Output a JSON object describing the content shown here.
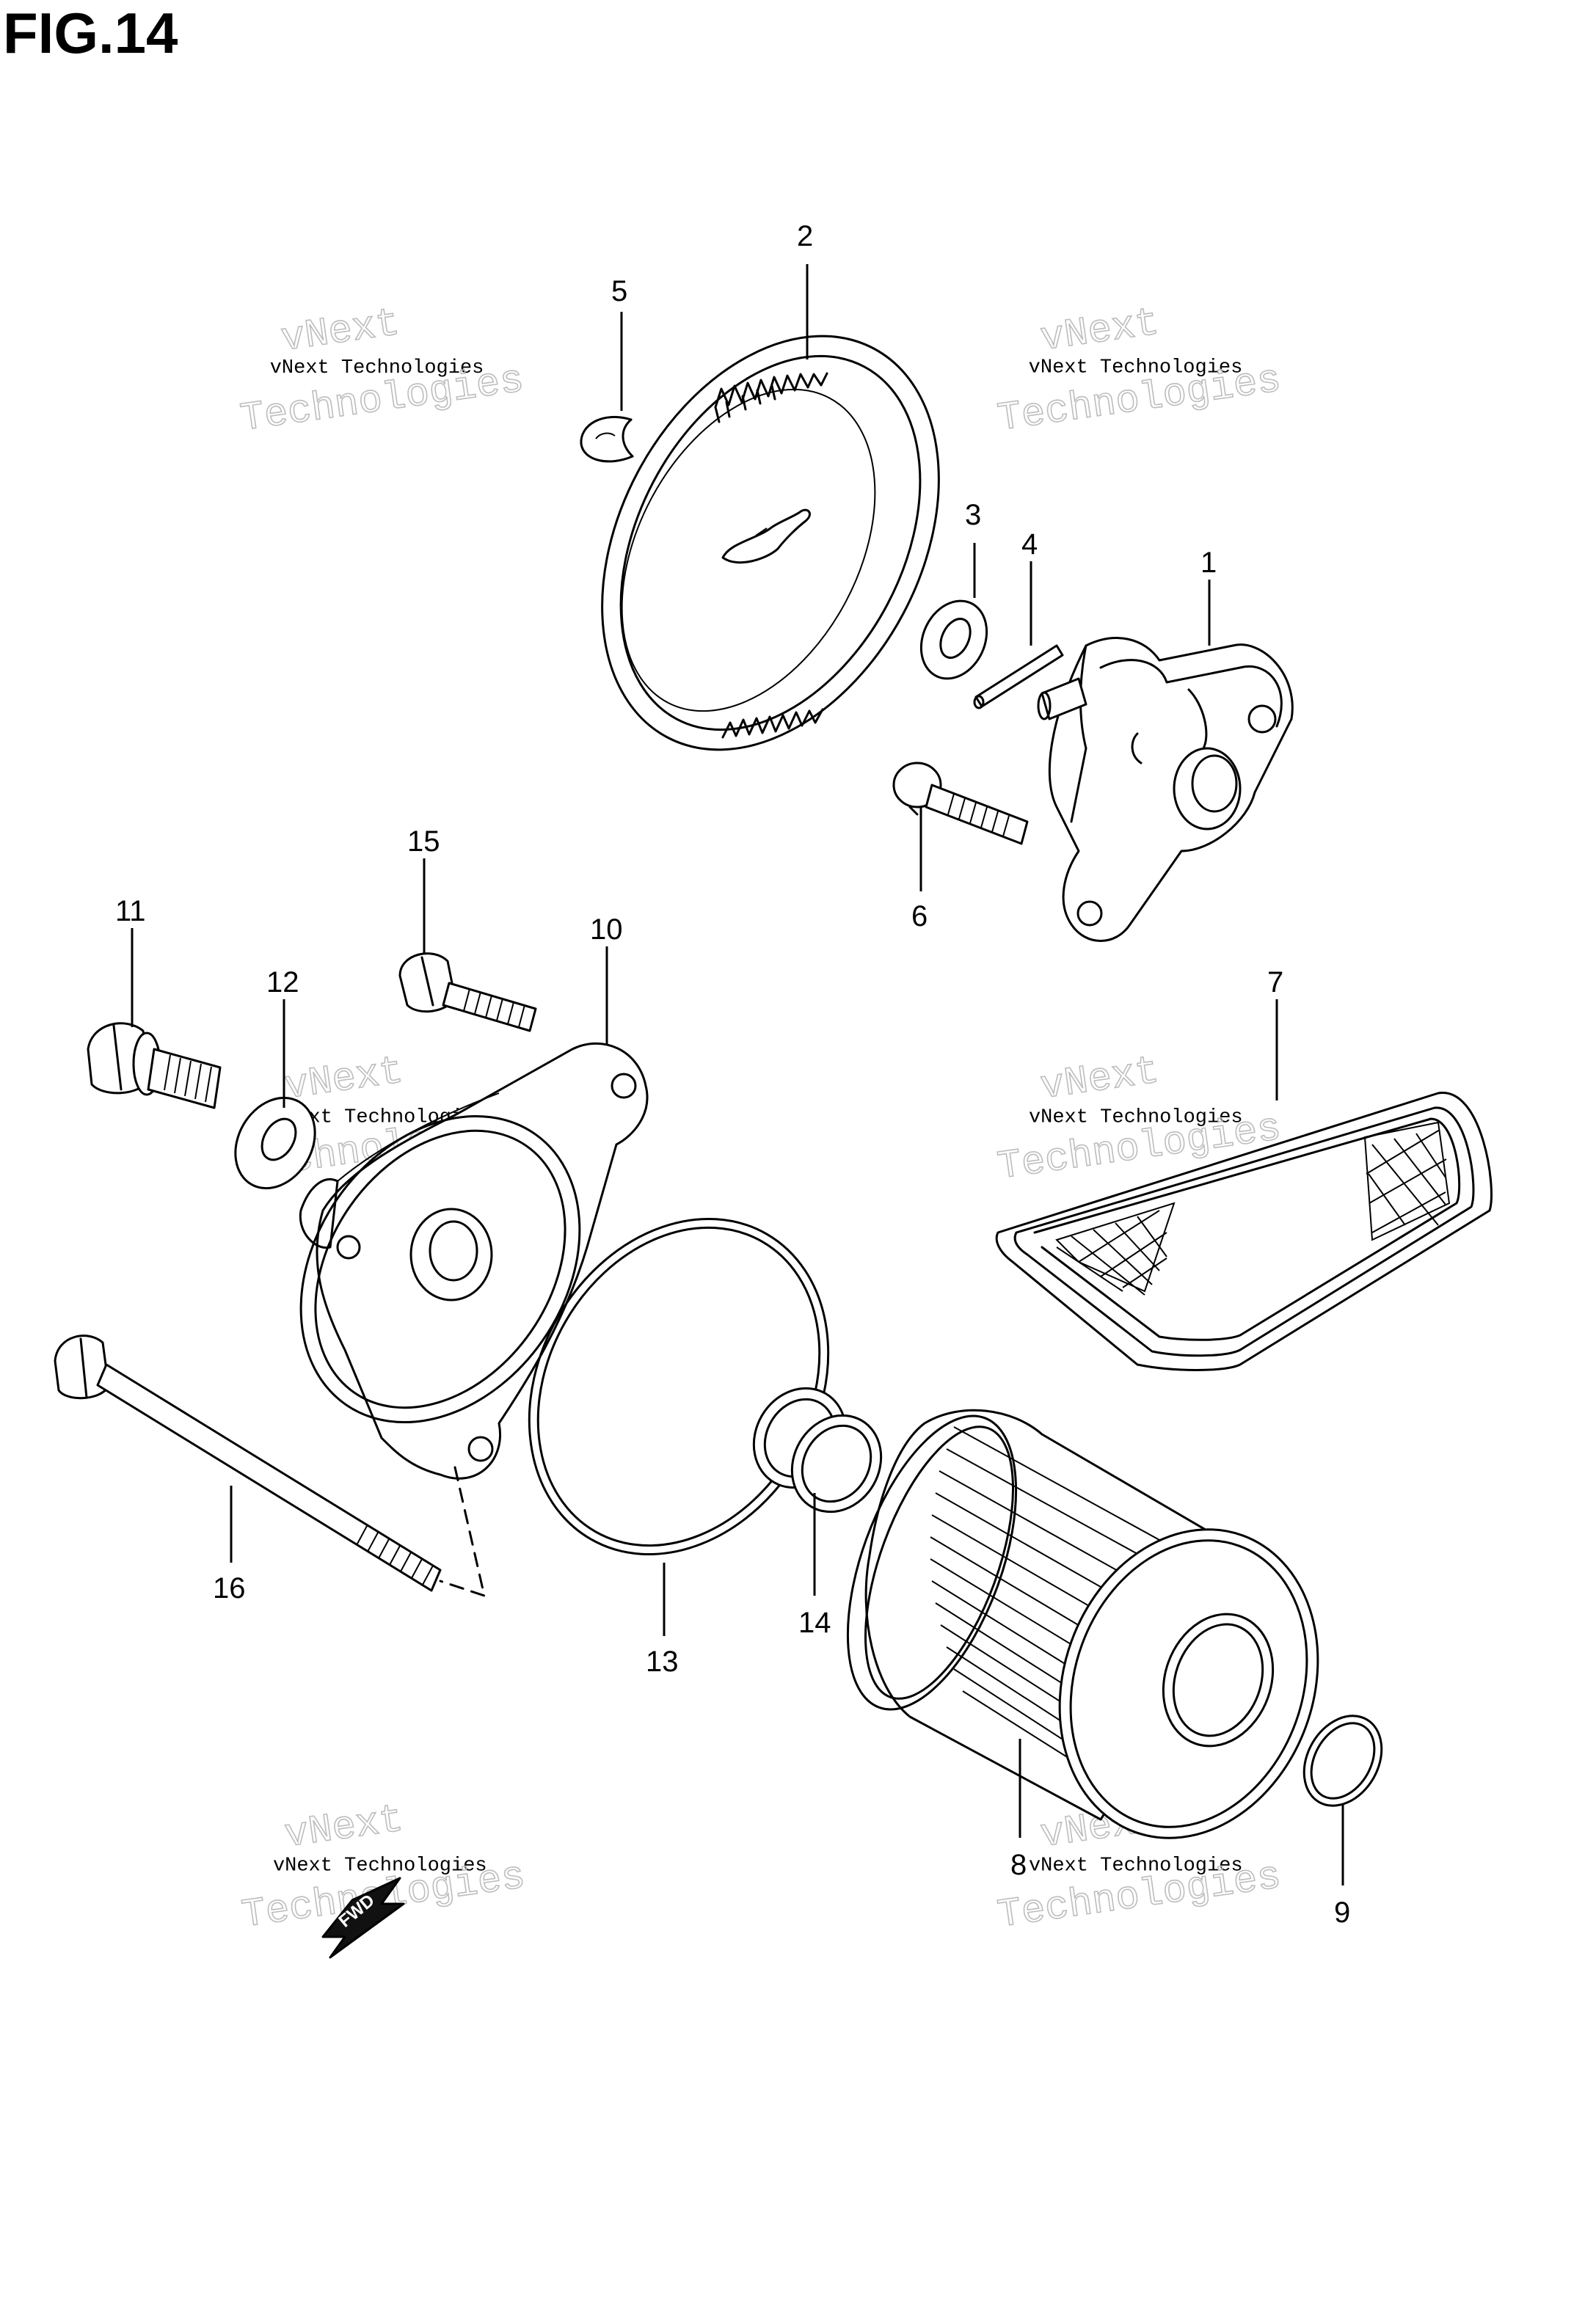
{
  "figure": {
    "title": "FIG.14"
  },
  "callouts": [
    {
      "id": "1",
      "label": "1"
    },
    {
      "id": "2",
      "label": "2"
    },
    {
      "id": "3",
      "label": "3"
    },
    {
      "id": "4",
      "label": "4"
    },
    {
      "id": "5",
      "label": "5"
    },
    {
      "id": "6",
      "label": "6"
    },
    {
      "id": "7",
      "label": "7"
    },
    {
      "id": "8",
      "label": "8"
    },
    {
      "id": "9",
      "label": "9"
    },
    {
      "id": "10",
      "label": "10"
    },
    {
      "id": "11",
      "label": "11"
    },
    {
      "id": "12",
      "label": "12"
    },
    {
      "id": "13",
      "label": "13"
    },
    {
      "id": "14",
      "label": "14"
    },
    {
      "id": "15",
      "label": "15"
    },
    {
      "id": "16",
      "label": "16"
    }
  ],
  "watermark": {
    "line1": "vNext",
    "line2": "vNext Technologies",
    "line3": "Technologies"
  },
  "direction_arrow": {
    "label": "FWD"
  }
}
